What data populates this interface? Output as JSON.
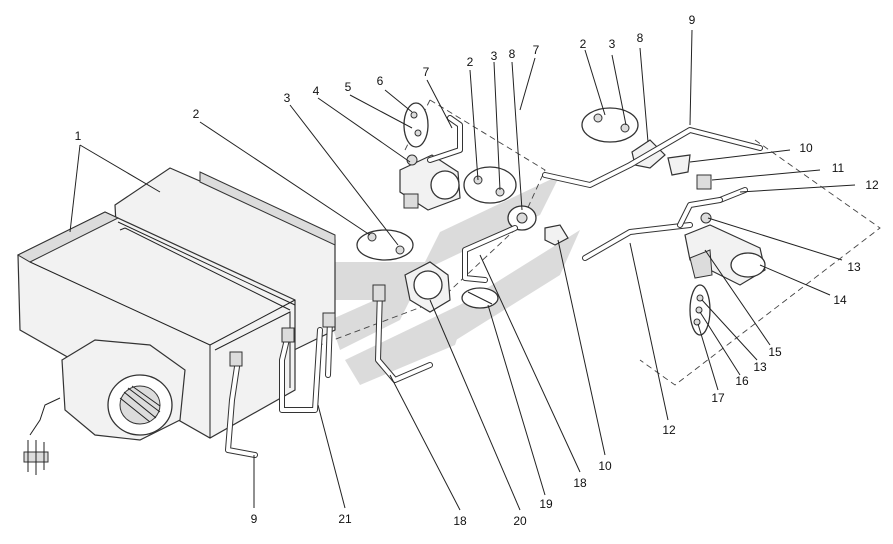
{
  "labels": {
    "l1": "1",
    "l2a": "2",
    "l3a": "3",
    "l4": "4",
    "l5": "5",
    "l6": "6",
    "l7a": "7",
    "l2b": "2",
    "l3b": "3",
    "l8a": "8",
    "l7b": "7",
    "l2c": "2",
    "l3c": "3",
    "l8b": "8",
    "l9a": "9",
    "l10a": "10",
    "l11": "11",
    "l12a": "12",
    "l13a": "13",
    "l14": "14",
    "l15": "15",
    "l13b": "13",
    "l16": "16",
    "l17": "17",
    "l12b": "12",
    "l10b": "10",
    "l18a": "18",
    "l19": "19",
    "l20": "20",
    "l18b": "18",
    "l21": "21",
    "l9b": "9"
  }
}
